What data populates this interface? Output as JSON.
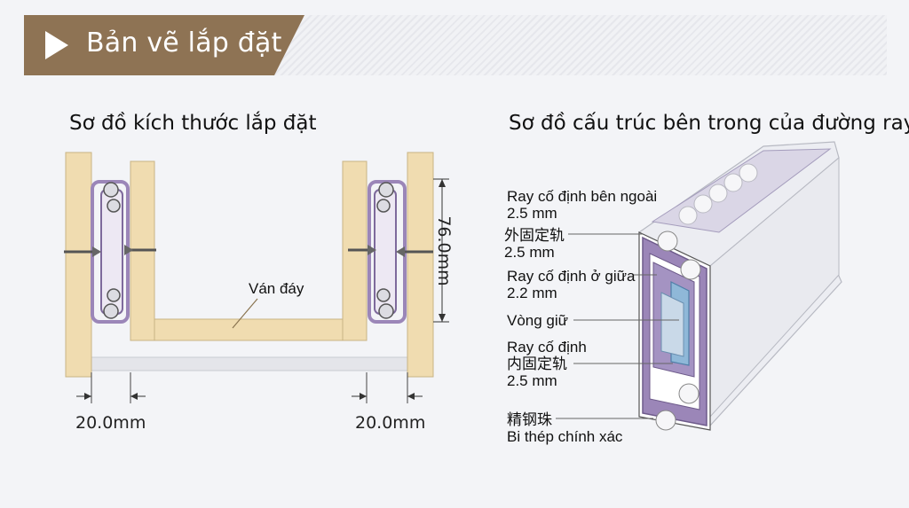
{
  "header": {
    "title": "Bản vẽ lắp đặt",
    "icon": "play-icon",
    "color": "#8e7354"
  },
  "left": {
    "title": "Sơ đồ kích thước lắp đặt",
    "bottom_board_label": "Ván đáy",
    "height_dim": "76.0mm",
    "left_dim": "20.0mm",
    "right_dim": "20.0mm"
  },
  "right": {
    "title": "Sơ đồ cấu trúc bên trong của đường ray",
    "labels": [
      {
        "line1": "Ray cố định bên ngoài",
        "line2": "2.5 mm"
      },
      {
        "line1": "外固定轨",
        "line2": "2.5 mm"
      },
      {
        "line1": "Ray cố định ở giữa",
        "line2": "2.2 mm"
      },
      {
        "line1": "Vòng giữ",
        "line2": ""
      },
      {
        "line1": "Ray cố định",
        "line2": "内固定轨",
        "line3": "2.5 mm"
      },
      {
        "line1": "精钢珠",
        "line2": "Bi thép chính xác"
      }
    ]
  },
  "colors": {
    "wood": "#f0dcb0",
    "wood_edge": "#c9b384",
    "rail_purple": "#9b86b8",
    "glass": "#e0e2e8"
  }
}
